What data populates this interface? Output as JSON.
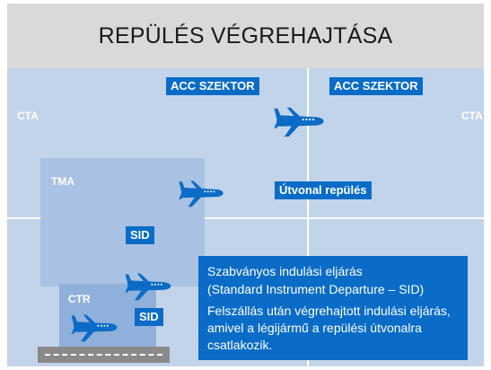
{
  "header": {
    "title": "REPÜLÉS VÉGREHAJTÁSA"
  },
  "zones": {
    "cta_left": "CTA",
    "cta_right": "CTA",
    "tma": "TMA",
    "ctr": "CTR"
  },
  "tags": {
    "acc_sector_1": "ACC SZEKTOR",
    "acc_sector_2": "ACC SZEKTOR",
    "route_flight": "Útvonal repülés",
    "sid_tma": "SID",
    "sid_ctr": "SID"
  },
  "info": {
    "title_line1": "Szabványos indulási eljárás",
    "title_line2": "(Standard Instrument Departure – SID)",
    "text": "Felszállás után végrehajtott indulási eljárás, amivel a légijármű a repülési útvonalra csatlakozik."
  },
  "colors": {
    "header_bg": "#d9d9d9",
    "sky": "#c2d4ea",
    "tma": "#a9c1e2",
    "ctr": "#8fb0da",
    "accent": "#0a6cc6",
    "runway": "#8a8a8a"
  },
  "icons": [
    "airplane-icon"
  ]
}
